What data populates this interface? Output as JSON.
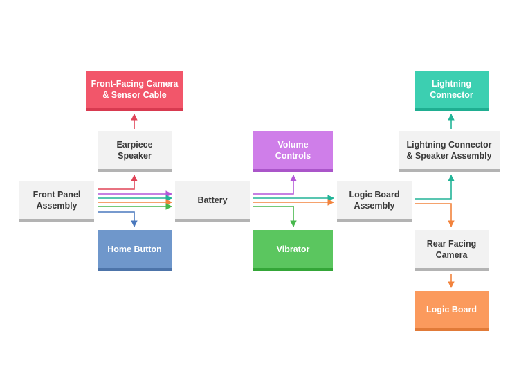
{
  "nodes": {
    "front_camera": {
      "label": "Front-Facing Camera\n& Sensor Cable",
      "color": "#f2566a",
      "shade": "#d83a50"
    },
    "earpiece": {
      "label": "Earpiece\nSpeaker"
    },
    "front_panel": {
      "label": "Front Panel\nAssembly"
    },
    "home_button": {
      "label": "Home Button",
      "color": "#6f97cb",
      "shade": "#4d74a9"
    },
    "battery": {
      "label": "Battery"
    },
    "volume": {
      "label": "Volume\nControls",
      "color": "#cf7ee9",
      "shade": "#aa55c9"
    },
    "vibrator": {
      "label": "Vibrator",
      "color": "#5bc65f",
      "shade": "#34a638"
    },
    "logic_assembly": {
      "label": "Logic Board\nAssembly"
    },
    "lightning": {
      "label": "Lightning\nConnector",
      "color": "#3ccfb1",
      "shade": "#1fae91"
    },
    "lightning_speaker": {
      "label": "Lightning Connector\n& Speaker Assembly"
    },
    "rear_camera": {
      "label": "Rear Facing\nCamera"
    },
    "logic_board": {
      "label": "Logic Board",
      "color": "#fb9a5d",
      "shade": "#e17a38"
    }
  },
  "arrow_colors": {
    "red": "#e04357",
    "blue": "#4a78bd",
    "purple": "#b457d8",
    "teal": "#22b497",
    "orange": "#f2833d",
    "green": "#47b84c"
  }
}
